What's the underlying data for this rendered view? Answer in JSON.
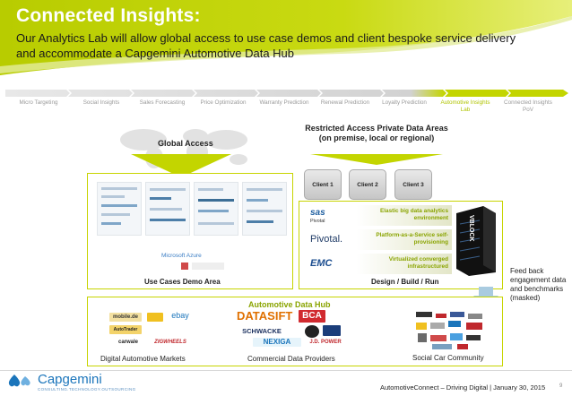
{
  "header": {
    "title": "Connected Insights:",
    "subtitle": "Our Analytics Lab will allow global access to use case demos and client bespoke service delivery and accommodate a Capgemini Automotive Data Hub"
  },
  "timeline": [
    {
      "label": "Micro Targeting"
    },
    {
      "label": "Social Insights"
    },
    {
      "label": "Sales Forecasting"
    },
    {
      "label": "Price Optimization"
    },
    {
      "label": "Warranty Prediction"
    },
    {
      "label": "Renewal Prediction"
    },
    {
      "label": "Loyalty Prediction"
    },
    {
      "label": "Automotive Insights Lab",
      "active": true
    },
    {
      "label": "Connected Insights PoV"
    }
  ],
  "global_access": {
    "label": "Global Access"
  },
  "restricted": {
    "label": "Restricted Access Private Data Areas (on premise, local or regional)"
  },
  "demo": {
    "azure": "Microsoft Azure",
    "caption": "Use Cases Demo Area"
  },
  "clients": [
    "Client 1",
    "Client 2",
    "Client 3"
  ],
  "platform": {
    "sas_logo": "sas",
    "sas_sub": "Pivotal",
    "pivotal_logo": "Pivotal.",
    "emc_logo": "EMC",
    "feature1": "Elastic big data analytics environment",
    "feature2": "Platform-as-a-Service self-provisioning",
    "feature3": "Virtualized converged infrastructured",
    "block_label": "VBLOCK",
    "caption": "Design / Build / Run"
  },
  "feedback": "Feed back engagement data and benchmarks (masked)",
  "hub": {
    "title": "Automotive Data Hub",
    "markets_caption": "Digital Automotive Markets",
    "providers_caption": "Commercial Data Providers",
    "community_caption": "Social Car Community",
    "market_logos": [
      "mobile.de",
      "ebay",
      "AutoTrader",
      "carwale",
      "ZIGWHEELS"
    ],
    "provider_logos": [
      "DATASIFT",
      "BCA",
      "SCHWACKE",
      "NEXIGA",
      "J.D. POWER"
    ]
  },
  "footer": {
    "company": "Capgemini",
    "tagline": "CONSULTING.TECHNOLOGY.OUTSOURCING",
    "event": "AutomotiveConnect – Driving Digital | January 30, 2015",
    "page": "9"
  },
  "colors": {
    "accent": "#c3d500",
    "accent_dark": "#8aa400",
    "brand_blue": "#1b75bb"
  }
}
